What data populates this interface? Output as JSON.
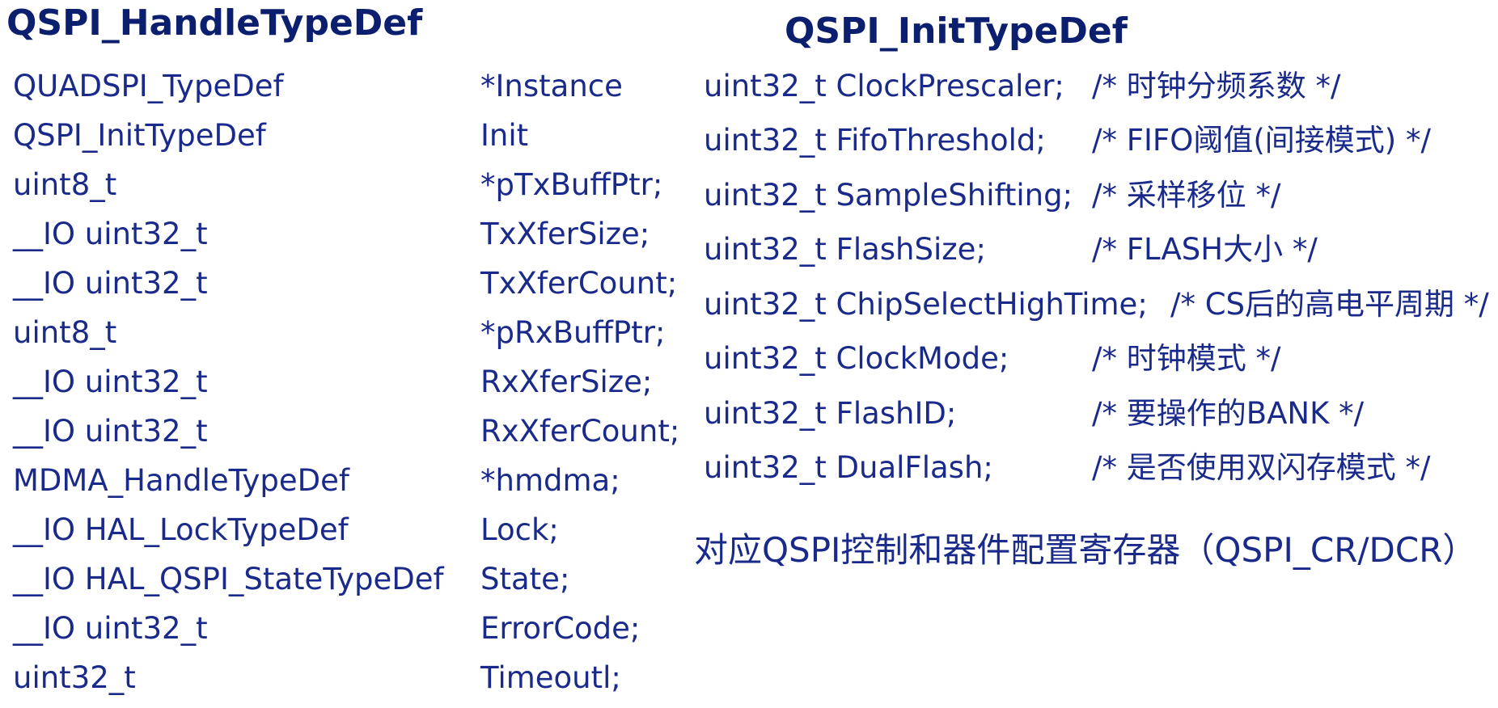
{
  "colors": {
    "title": "#0c1f6e",
    "text": "#1a2a8a"
  },
  "left_title": "QSPI_HandleTypeDef",
  "right_title": "QSPI_InitTypeDef",
  "handle_rows": [
    {
      "type": "QUADSPI_TypeDef",
      "field": "*Instance"
    },
    {
      "type": "QSPI_InitTypeDef",
      "field": "Init"
    },
    {
      "type": "uint8_t",
      "field": "*pTxBuffPtr;"
    },
    {
      "type": "__IO uint32_t",
      "field": "TxXferSize;"
    },
    {
      "type": "__IO uint32_t",
      "field": "TxXferCount;"
    },
    {
      "type": "uint8_t",
      "field": "*pRxBuffPtr;"
    },
    {
      "type": "__IO uint32_t",
      "field": "RxXferSize;"
    },
    {
      "type": "__IO uint32_t",
      "field": "RxXferCount;"
    },
    {
      "type": "MDMA_HandleTypeDef",
      "field": "*hmdma;"
    },
    {
      "type": "__IO HAL_LockTypeDef",
      "field": "Lock;"
    },
    {
      "type": "__IO HAL_QSPI_StateTypeDef",
      "field": "State;"
    },
    {
      "type": "__IO uint32_t",
      "field": "ErrorCode;"
    },
    {
      "type": "uint32_t",
      "field": "Timeoutl;"
    }
  ],
  "init_rows": [
    {
      "decl": "uint32_t ClockPrescaler;",
      "comment": "/* 时钟分频系数 */"
    },
    {
      "decl": "uint32_t FifoThreshold;",
      "comment": "/* FIFO阈值(间接模式) */"
    },
    {
      "decl": "uint32_t SampleShifting;",
      "comment": "/* 采样移位 */"
    },
    {
      "decl": "uint32_t FlashSize;",
      "comment": "/* FLASH大小 */"
    },
    {
      "decl": "uint32_t ChipSelectHighTime;",
      "comment": "/* CS后的高电平周期 */"
    },
    {
      "decl": "uint32_t ClockMode;",
      "comment": "/* 时钟模式 */"
    },
    {
      "decl": "uint32_t FlashID;",
      "comment": "/* 要操作的BANK */"
    },
    {
      "decl": "uint32_t DualFlash;",
      "comment": "/* 是否使用双闪存模式 */"
    }
  ],
  "note": "对应QSPI控制和器件配置寄存器（QSPI_CR/DCR）"
}
